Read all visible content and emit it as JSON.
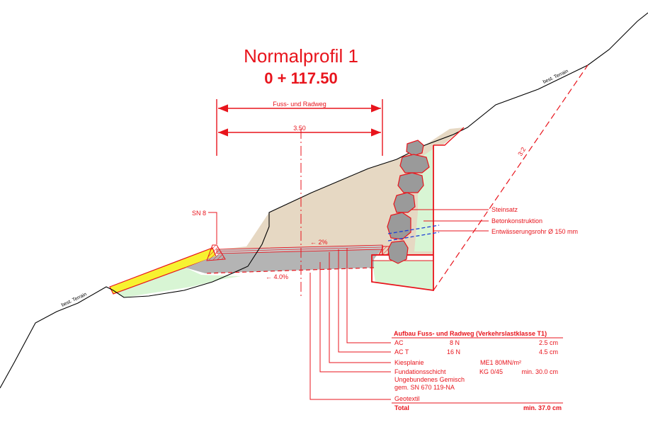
{
  "title": {
    "main": "Normalprofil 1",
    "station": "0 + 117.50"
  },
  "dimensions": {
    "width_label": "Fuss- und Radweg",
    "width_value": "3.50"
  },
  "terrain": {
    "label_left": "best. Terrain",
    "label_right": "best. Terrain"
  },
  "slopes": {
    "cross_fall": "← 2%",
    "subgrade_fall": "← 4.0%",
    "embankment": "3:2"
  },
  "callouts": {
    "sn8": "SN 8",
    "steinsatz": "Steinsatz",
    "betonkonstruktion": "Betonkonstruktion",
    "entwaesserung": "Entwässerungsrohr Ø 150 mm"
  },
  "buildup": {
    "heading": "Aufbau Fuss- und Radweg (Verkehrslastklasse T1)",
    "rows": [
      {
        "name": "AC",
        "spec": "8 N",
        "value": "2.5 cm"
      },
      {
        "name": "AC T",
        "spec": "16 N",
        "value": "4.5 cm"
      },
      {
        "name": "Kiesplanie",
        "spec": "ME1 80MN/m²",
        "value": ""
      },
      {
        "name": "Fundationsschicht",
        "spec": "KG 0/45",
        "value": "min. 30.0 cm"
      }
    ],
    "fundation_note_1": "Ungebundenes Gemisch",
    "fundation_note_2": "gem. SN 670 119-NA",
    "geotextil": "Geotextil",
    "total_label": "Total",
    "total_value": "min. 37.0 cm"
  },
  "colors": {
    "annotation": "#e8141c",
    "terrain_fill": "#e6d8c3",
    "pavement": "#b4b4b4",
    "green_fill": "#d8f5d4",
    "yellow_fill": "#f7f230",
    "stone": "#9a9a9a",
    "drain": "#1f3fd6"
  }
}
